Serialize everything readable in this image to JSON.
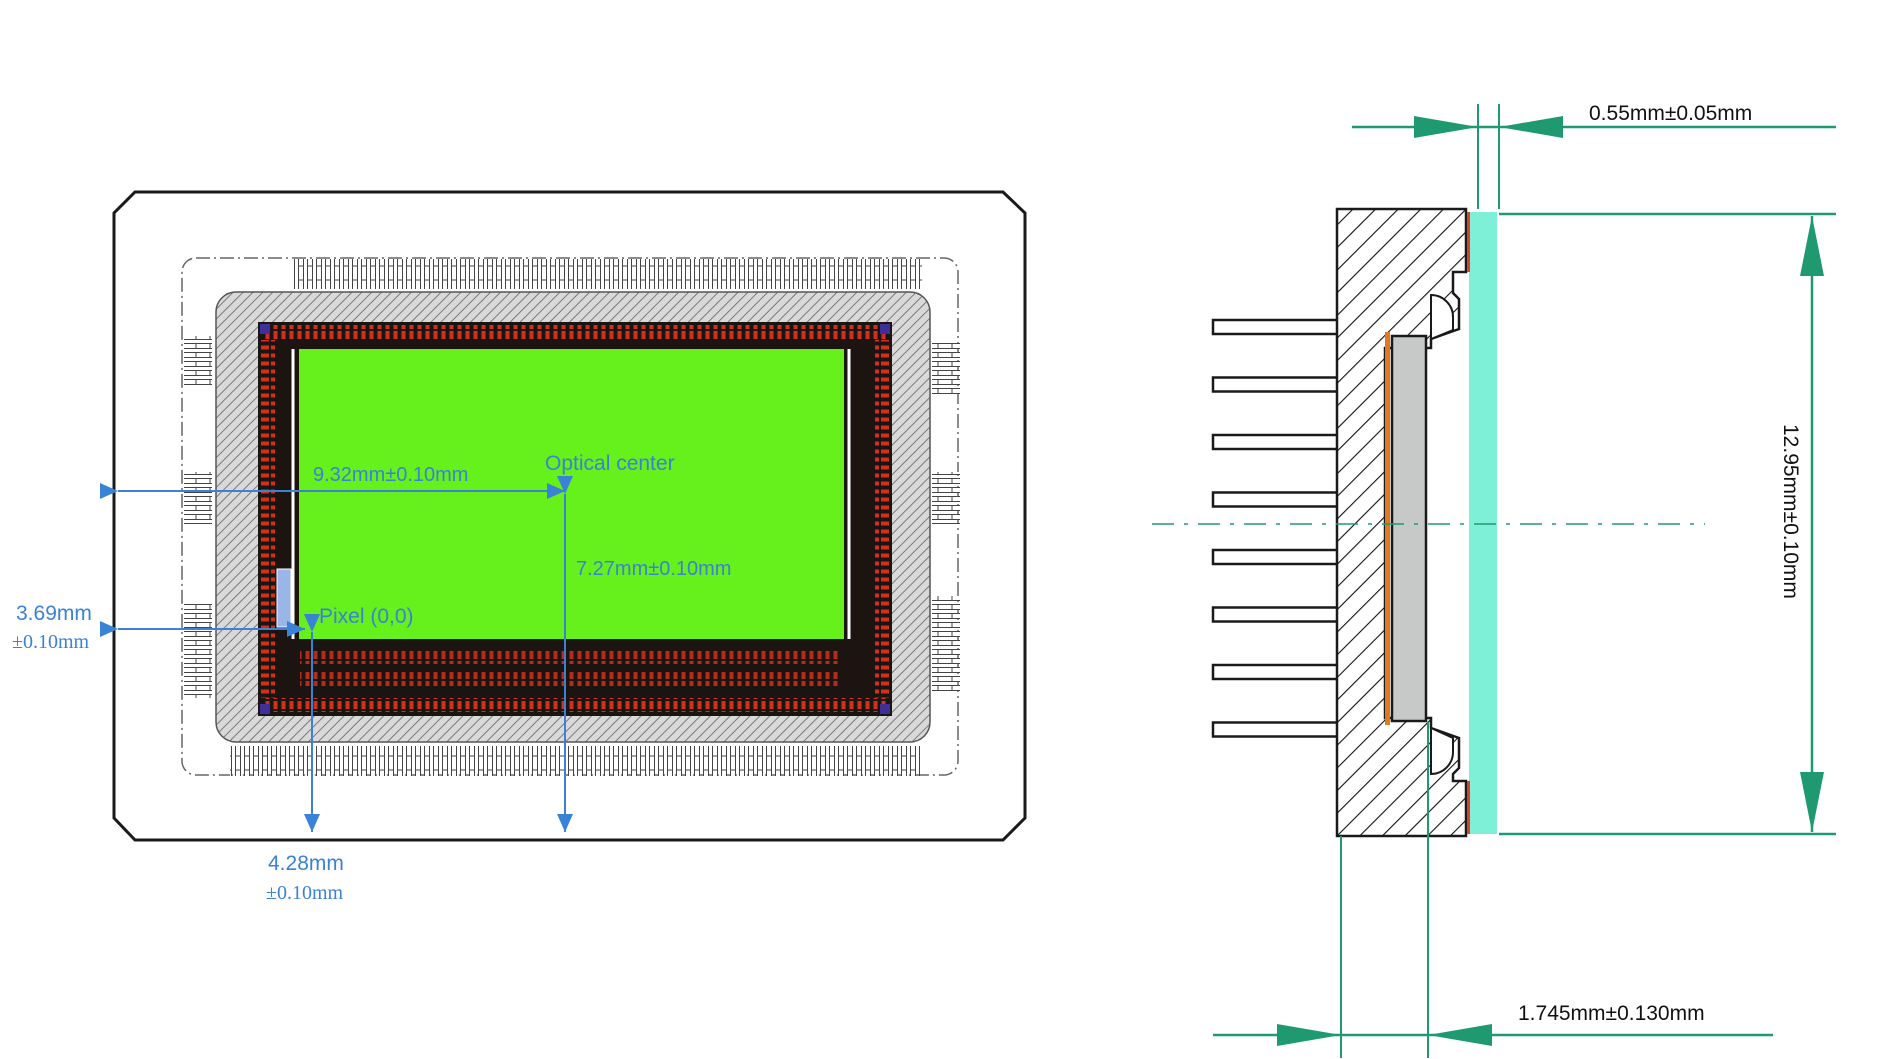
{
  "colors": {
    "blue_annotation": "#3a82d6",
    "green_dimension": "#1f9a70",
    "active_area": "#66f01c",
    "glass": "#7ff0d8",
    "die": "#c6c9c8",
    "pad_red": "#d0301c",
    "outline": "#1a1a1a",
    "hatch_grey": "#a8a8a8"
  },
  "top_view": {
    "optical_center_label": "Optical center",
    "pixel_origin_label": "Pixel (0,0)",
    "dim_horizontal_center": "9.32mm±0.10mm",
    "dim_vertical_center": "7.27mm±0.10mm",
    "dim_pixel_y": {
      "value": "3.69mm",
      "tolerance": "±0.10mm"
    },
    "dim_pixel_x": {
      "value": "4.28mm",
      "tolerance": "±0.10mm"
    }
  },
  "side_view": {
    "dim_glass_thickness": "0.55mm±0.05mm",
    "dim_package_height": "12.95mm±0.10mm",
    "dim_die_depth": "1.745mm±0.130mm",
    "pin_count": 8
  }
}
